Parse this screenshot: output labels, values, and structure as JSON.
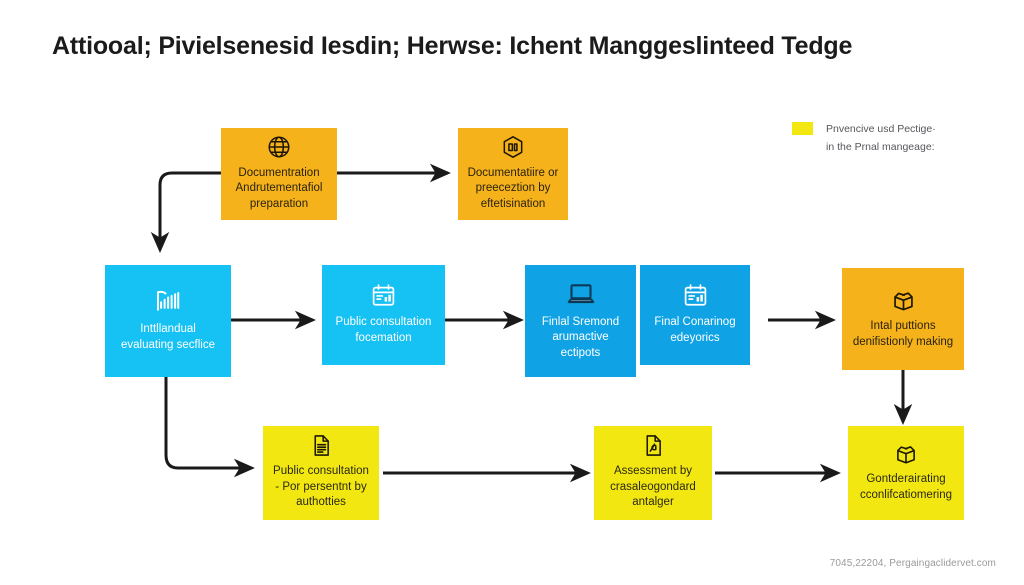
{
  "title": "Attiooal; Pivielsenesid Iesdin; Herwse: Ichent Manggeslinteed Tedge",
  "colors": {
    "amber": "#F5B21A",
    "yellow": "#F3E712",
    "cyan": "#16C1F3",
    "blue": "#0FA3E5",
    "connector": "#1a1a1a",
    "background": "#FFFFFF",
    "title_text": "#1B1B1B",
    "legend_text": "#55565A",
    "footer_text": "#9A9A9D"
  },
  "nodes": [
    {
      "id": "n1",
      "icon": "globe-icon",
      "color": "amber",
      "label": "Documentration Andrutementafiol preparation",
      "lines": [
        "Documentration",
        "Andrutementafiol",
        "preparation"
      ]
    },
    {
      "id": "n2",
      "icon": "package-hex-icon",
      "color": "amber",
      "label": "Documentatiire or preeceztion by eftetisination",
      "lines": [
        "Documentatiire",
        "or preeceztion by",
        "eftelsination"
      ]
    },
    {
      "id": "n3",
      "icon": "bar-chart-growth-icon",
      "color": "cyan",
      "label": "Inttllandual evaluating secflice",
      "lines": [
        "Inttllandual",
        "evaluating",
        "secfiice"
      ]
    },
    {
      "id": "n4",
      "icon": "calendar-chart-icon",
      "color": "cyan",
      "label": "Public consultation focemation",
      "lines": [
        "Public consultation",
        "focemation"
      ]
    },
    {
      "id": "n5",
      "icon": "laptop-icon",
      "color": "blue",
      "label": "Finlal Sremond arumactive ectipots",
      "lines": [
        "Finlal Sremond",
        "arumactive",
        "ectipots"
      ]
    },
    {
      "id": "n6",
      "icon": "calendar-chart-icon",
      "color": "blue",
      "label": "Final Conarinog edeyorics",
      "lines": [
        "Final Conariinog",
        "edeyorics"
      ]
    },
    {
      "id": "n7",
      "icon": "open-box-icon",
      "color": "amber",
      "label": "Intal puttions denifistionly making",
      "lines": [
        "Intal puttions",
        "denifistionly making"
      ]
    },
    {
      "id": "n8",
      "icon": "document-lines-icon",
      "color": "yellow",
      "label": "Public consultation - Por persentnt by authotties",
      "lines": [
        "Public consultation",
        "- Por persentnt by",
        "authotties"
      ]
    },
    {
      "id": "n9",
      "icon": "document-code-icon",
      "color": "yellow",
      "label": "Assessment by crasaleogondard antalger",
      "lines": [
        "Assessment by",
        "crasaleogondard",
        "antalger"
      ]
    },
    {
      "id": "n10",
      "icon": "open-box-icon",
      "color": "yellow",
      "label": "Gontderairating cconlifcatiomering",
      "lines": [
        "Gontderairating",
        "cconlifcatiomering"
      ]
    }
  ],
  "legend": {
    "swatch_color": "#F3E712",
    "lines": [
      "Pnvencive usd Pectige·",
      "in the Prnal mangeage:"
    ]
  },
  "footer": {
    "text": "7045,22204, Pergaingaclidervet.com"
  }
}
